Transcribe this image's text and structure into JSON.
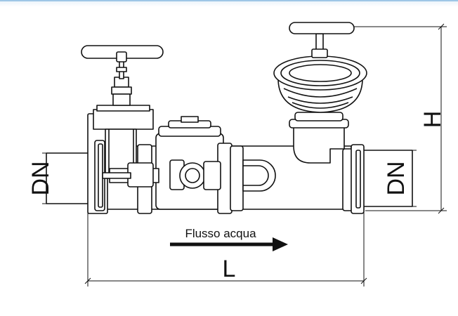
{
  "diagram": {
    "labels": {
      "dn_left": "DN",
      "dn_right": "DN",
      "height": "H",
      "length": "L",
      "flow": "Flusso acqua"
    },
    "colors": {
      "stroke": "#111111",
      "fill": "#ffffff",
      "background_tint": "#e9f2fa"
    }
  }
}
